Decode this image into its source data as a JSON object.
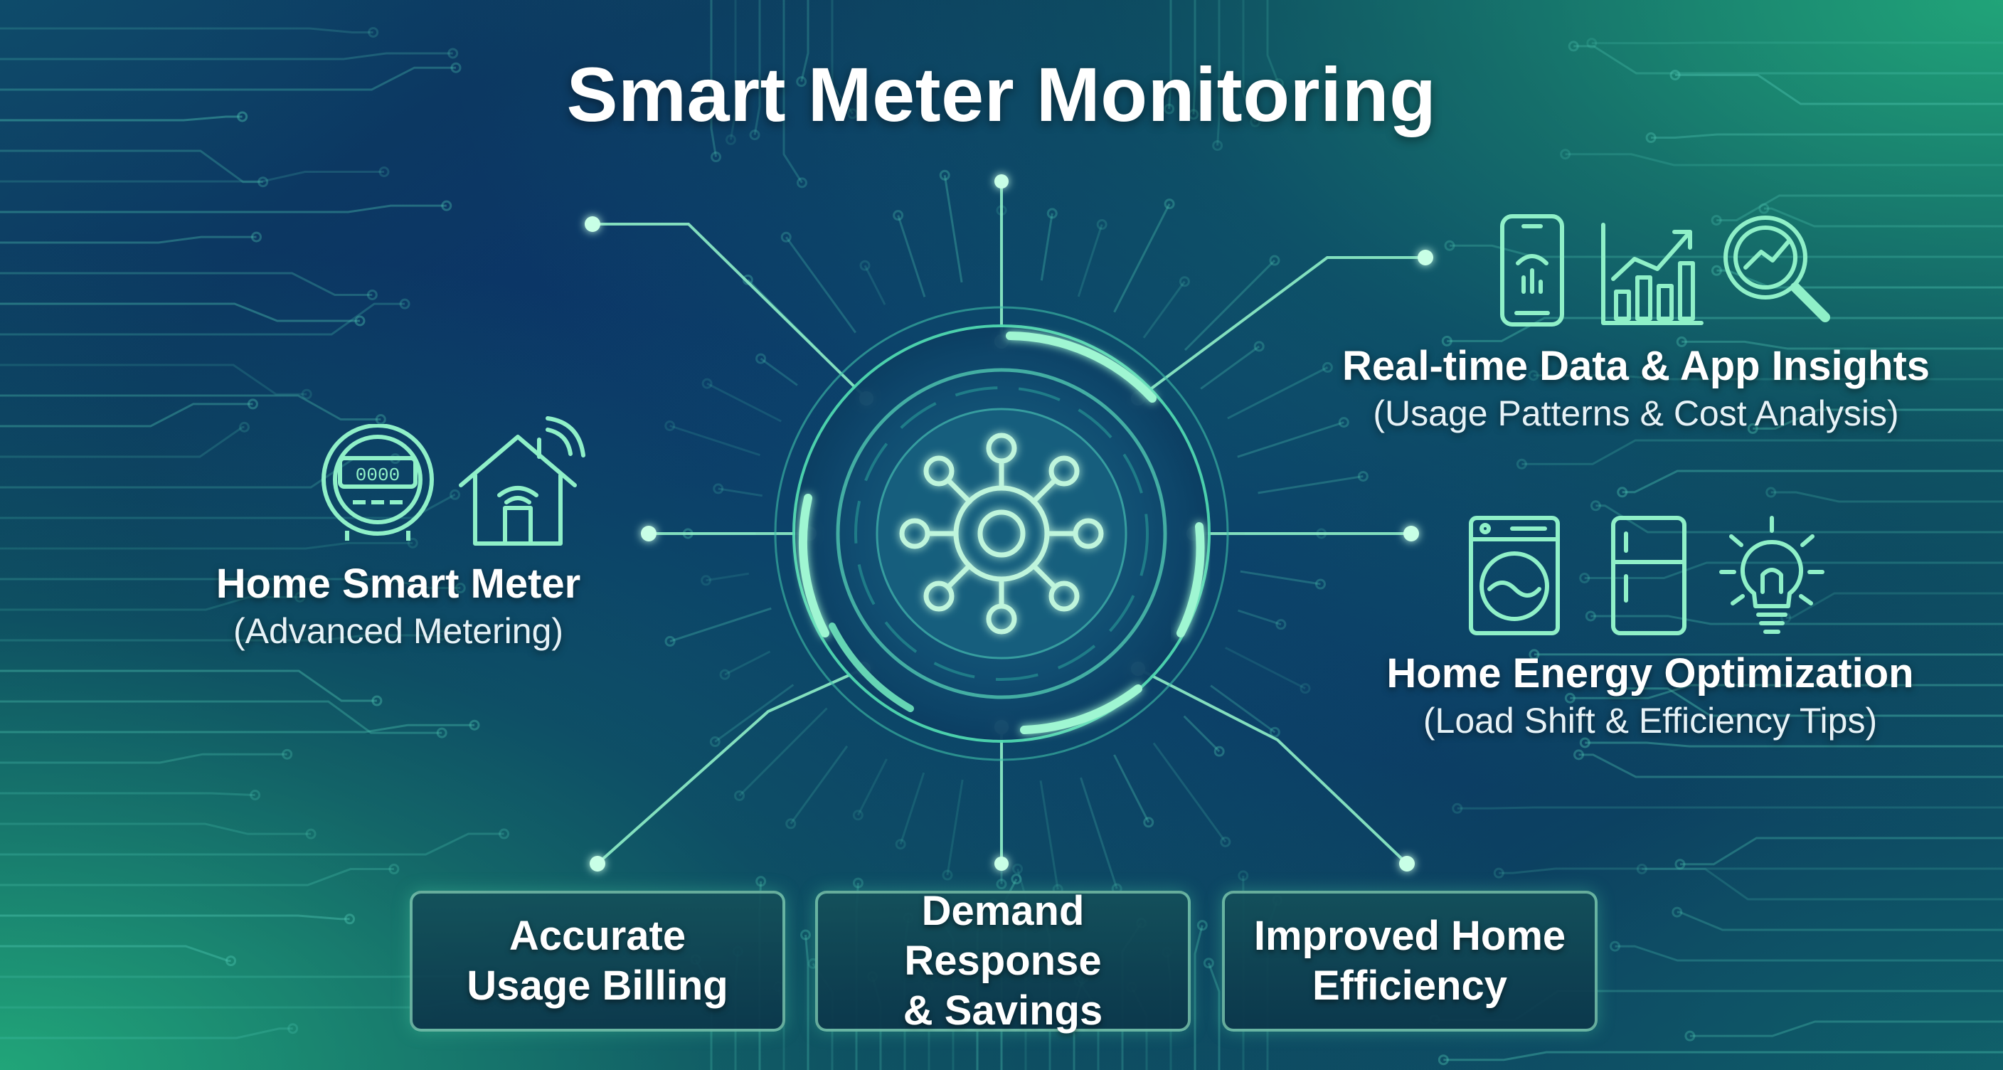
{
  "title": "Smart Meter Monitoring",
  "left": {
    "title": "Home Smart Meter",
    "subtitle": "(Advanced Metering)",
    "meter_display": "0000"
  },
  "right_top": {
    "title": "Real-time Data & App Insights",
    "subtitle": "(Usage Patterns & Cost Analysis)"
  },
  "right_bottom": {
    "title": "Home Energy Optimization",
    "subtitle": "(Load Shift & Efficiency Tips)"
  },
  "cards": [
    {
      "line1": "Accurate",
      "line2": "Usage Billing"
    },
    {
      "line1": "Demand Response",
      "line2": "& Savings"
    },
    {
      "line1": "Improved Home",
      "line2": "Efficiency"
    }
  ],
  "colors": {
    "accent": "#8ff0c8",
    "glow": "#5de8b0",
    "background": "#0a2f63"
  },
  "icons": [
    "smart-meter-icon",
    "house-wifi-icon",
    "smartphone-chart-icon",
    "bar-chart-icon",
    "magnifier-trend-icon",
    "washing-machine-icon",
    "refrigerator-icon",
    "lightbulb-icon",
    "network-hub-icon"
  ]
}
